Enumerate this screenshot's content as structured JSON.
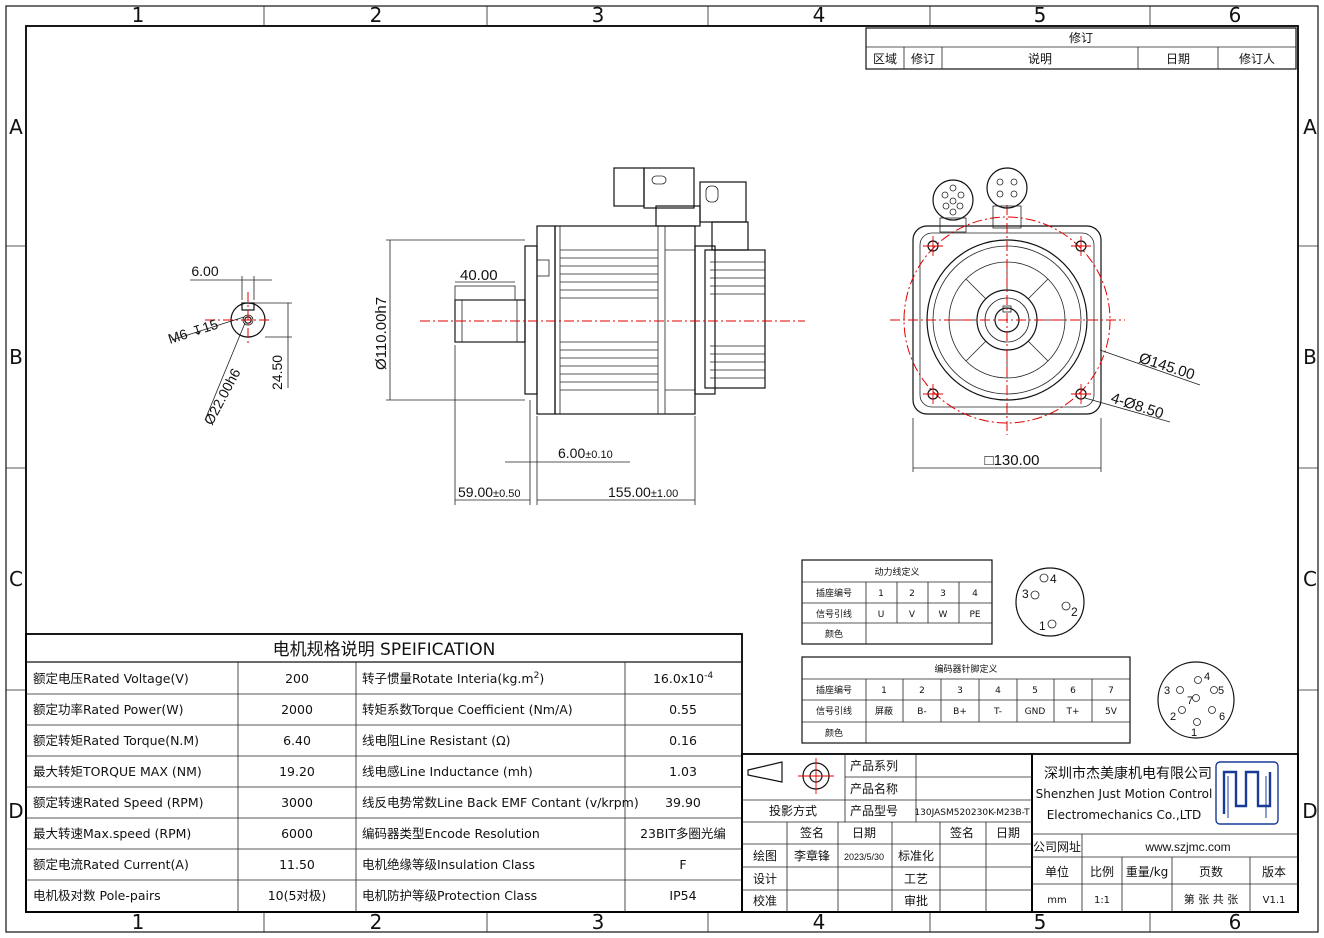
{
  "border": {
    "columns": [
      "1",
      "2",
      "3",
      "4",
      "5",
      "6"
    ],
    "rows": [
      "A",
      "B",
      "C",
      "D"
    ]
  },
  "revision": {
    "title": "修订",
    "headers": [
      "区域",
      "修订",
      "说明",
      "日期",
      "修订人"
    ]
  },
  "drawing": {
    "shaft_end": {
      "key_width": "6.00",
      "thread": "M6",
      "thread_depth": "15",
      "shaft_dia": "Ø22.00h6",
      "key_height": "24.50"
    },
    "side": {
      "spigot": "Ø110.00h7",
      "key_length": "40.00",
      "flange_thk": "6.00",
      "flange_tol": "±0.10",
      "shaft_len": "59.00",
      "shaft_tol": "±0.50",
      "body_len": "155.00",
      "body_tol": "±1.00"
    },
    "front": {
      "pcd": "Ø145.00",
      "holes": "4-Ø8.50",
      "square": "□130.00"
    }
  },
  "power_table": {
    "title": "动力线定义",
    "row_labels": [
      "插座编号",
      "信号引线",
      "颜色"
    ],
    "pins": [
      "1",
      "2",
      "3",
      "4"
    ],
    "signals": [
      "U",
      "V",
      "W",
      "PE"
    ]
  },
  "power_connector": {
    "pins": [
      "4",
      "3",
      "2",
      "1"
    ]
  },
  "encoder_table": {
    "title": "编码器针脚定义",
    "row_labels": [
      "插座编号",
      "信号引线",
      "颜色"
    ],
    "pins": [
      "1",
      "2",
      "3",
      "4",
      "5",
      "6",
      "7"
    ],
    "signals": [
      "屏蔽",
      "B-",
      "B+",
      "T-",
      "GND",
      "T+",
      "5V"
    ]
  },
  "encoder_connector": {
    "pins": [
      "4",
      "3",
      "7",
      "5",
      "2",
      "6",
      "1"
    ]
  },
  "spec": {
    "title": "电机规格说明 SPEIFICATION",
    "rows": [
      {
        "l": "额定电压Rated Voltage(V)",
        "lv": "200",
        "r": "转子惯量Rotate Interia(kg.m",
        "r_sup": "2",
        "r_end": ")",
        "rv": "16.0x10",
        "rv_sup": "-4"
      },
      {
        "l": "额定功率Rated Power(W)",
        "lv": "2000",
        "r": "转矩系数Torque Coefficient (Nm/A)",
        "r_sup": "",
        "r_end": "",
        "rv": "0.55",
        "rv_sup": ""
      },
      {
        "l": "额定转矩Rated Torque(N.M)",
        "lv": "6.40",
        "r": "线电阻Line Resistant (Ω)",
        "r_sup": "",
        "r_end": "",
        "rv": "0.16",
        "rv_sup": ""
      },
      {
        "l": "最大转矩TORQUE MAX (NM)",
        "lv": "19.20",
        "r": "线电感Line Inductance (mh)",
        "r_sup": "",
        "r_end": "",
        "rv": "1.03",
        "rv_sup": ""
      },
      {
        "l": "额定转速Rated Speed (RPM)",
        "lv": "3000",
        "r": "线反电势常数Line Back EMF Contant (v/krpm)",
        "r_sup": "",
        "r_end": "",
        "rv": "39.90",
        "rv_sup": ""
      },
      {
        "l": "最大转速Max.speed (RPM)",
        "lv": "6000",
        "r": "编码器类型Encode Resolution",
        "r_sup": "",
        "r_end": "",
        "rv": "23BIT多圈光编",
        "rv_sup": ""
      },
      {
        "l": "额定电流Rated Current(A)",
        "lv": "11.50",
        "r": "电机绝缘等级Insulation Class",
        "r_sup": "",
        "r_end": "",
        "rv": "F",
        "rv_sup": ""
      },
      {
        "l": "电机极对数 Pole-pairs",
        "lv": "10(5对极)",
        "r": "电机防护等级Protection Class",
        "r_sup": "",
        "r_end": "",
        "rv": "IP54",
        "rv_sup": ""
      }
    ]
  },
  "title_block": {
    "product_series": "产品系列",
    "product_name": "产品名称",
    "projection": "投影方式",
    "product_model": "产品型号",
    "model_value": "130JASM520230K-M23B-T",
    "sign": "签名",
    "date": "日期",
    "draw": "绘图",
    "drawer": "李章锋",
    "draw_date": "2023/5/30",
    "standard": "标准化",
    "design": "设计",
    "process": "工艺",
    "check": "校准",
    "approve": "审批",
    "company_cn": "深圳市杰美康机电有限公司",
    "company_en1": "Shenzhen Just Motion Control",
    "company_en2": "Electromechanics Co.,LTD",
    "website_label": "公司网址",
    "website": "www.szjmc.com",
    "unit": "单位",
    "scale": "比例",
    "weight": "重量/kg",
    "pages": "页数",
    "version": "版本",
    "unit_v": "mm",
    "scale_v": "1:1",
    "pages_v": "第 张 共 张",
    "version_v": "V1.1"
  }
}
